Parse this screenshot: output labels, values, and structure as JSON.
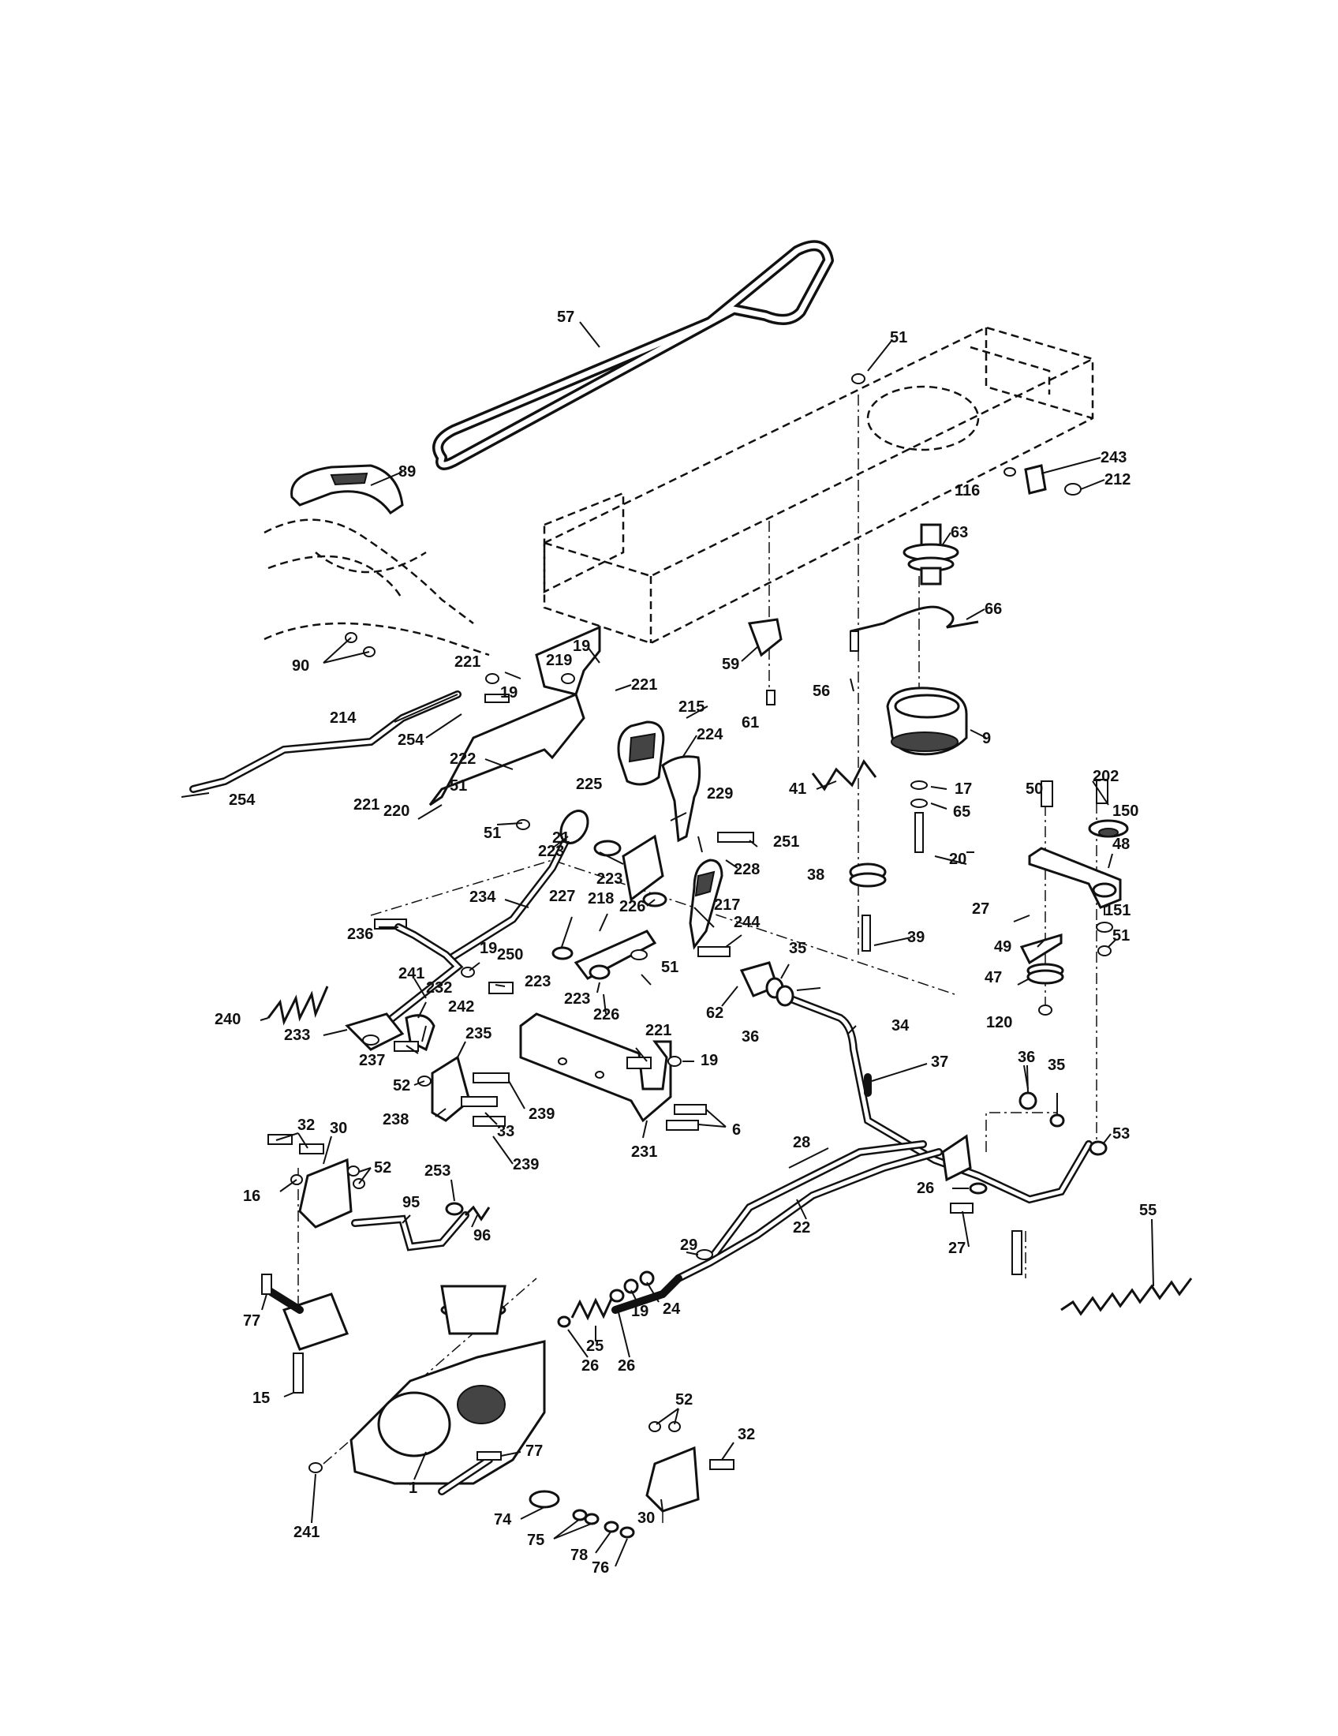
{
  "colors": {
    "ink": "#111111",
    "paper": "#ffffff",
    "fill_dark": "#444444"
  },
  "callouts": [
    {
      "id": "c57",
      "label": "57"
    },
    {
      "id": "c51a",
      "label": "51"
    },
    {
      "id": "c89",
      "label": "89"
    },
    {
      "id": "c243",
      "label": "243"
    },
    {
      "id": "c116",
      "label": "116"
    },
    {
      "id": "c212",
      "label": "212"
    },
    {
      "id": "c63",
      "label": "63"
    },
    {
      "id": "c66",
      "label": "66"
    },
    {
      "id": "c90",
      "label": "90"
    },
    {
      "id": "c59",
      "label": "59"
    },
    {
      "id": "c221a",
      "label": "221"
    },
    {
      "id": "c219",
      "label": "219"
    },
    {
      "id": "c19a",
      "label": "19"
    },
    {
      "id": "c221b",
      "label": "221"
    },
    {
      "id": "c19b",
      "label": "19"
    },
    {
      "id": "c56",
      "label": "56"
    },
    {
      "id": "c61",
      "label": "61"
    },
    {
      "id": "c214",
      "label": "214"
    },
    {
      "id": "c215",
      "label": "215"
    },
    {
      "id": "c9",
      "label": "9"
    },
    {
      "id": "c254a",
      "label": "254"
    },
    {
      "id": "c222",
      "label": "222"
    },
    {
      "id": "c224",
      "label": "224"
    },
    {
      "id": "c51b",
      "label": "51"
    },
    {
      "id": "c221c",
      "label": "221"
    },
    {
      "id": "c254b",
      "label": "254"
    },
    {
      "id": "c41",
      "label": "41"
    },
    {
      "id": "c17",
      "label": "17"
    },
    {
      "id": "c50",
      "label": "50"
    },
    {
      "id": "c202",
      "label": "202"
    },
    {
      "id": "c225",
      "label": "225"
    },
    {
      "id": "c229",
      "label": "229"
    },
    {
      "id": "c220",
      "label": "220"
    },
    {
      "id": "c65",
      "label": "65"
    },
    {
      "id": "c150",
      "label": "150"
    },
    {
      "id": "c223a",
      "label": "223"
    },
    {
      "id": "c51c",
      "label": "51"
    },
    {
      "id": "c251",
      "label": "251"
    },
    {
      "id": "c20",
      "label": "20"
    },
    {
      "id": "c21",
      "label": "21"
    },
    {
      "id": "c223b",
      "label": "223"
    },
    {
      "id": "c228",
      "label": "228"
    },
    {
      "id": "c48",
      "label": "48"
    },
    {
      "id": "c38",
      "label": "38"
    },
    {
      "id": "c226a",
      "label": "226"
    },
    {
      "id": "c234",
      "label": "234"
    },
    {
      "id": "c227",
      "label": "227"
    },
    {
      "id": "c218",
      "label": "218"
    },
    {
      "id": "c217",
      "label": "217"
    },
    {
      "id": "c27a",
      "label": "27"
    },
    {
      "id": "c244",
      "label": "244"
    },
    {
      "id": "c151",
      "label": "151"
    },
    {
      "id": "c236",
      "label": "236"
    },
    {
      "id": "c39",
      "label": "39"
    },
    {
      "id": "c49",
      "label": "49"
    },
    {
      "id": "c51d",
      "label": "51"
    },
    {
      "id": "c19c",
      "label": "19"
    },
    {
      "id": "c250",
      "label": "250"
    },
    {
      "id": "c35a",
      "label": "35"
    },
    {
      "id": "c51e",
      "label": "51"
    },
    {
      "id": "c241a",
      "label": "241"
    },
    {
      "id": "c232",
      "label": "232"
    },
    {
      "id": "c223c",
      "label": "223"
    },
    {
      "id": "c47",
      "label": "47"
    },
    {
      "id": "c62",
      "label": "62"
    },
    {
      "id": "c223d",
      "label": "223"
    },
    {
      "id": "c226b",
      "label": "226"
    },
    {
      "id": "c240",
      "label": "240"
    },
    {
      "id": "c242",
      "label": "242"
    },
    {
      "id": "c120",
      "label": "120"
    },
    {
      "id": "c34",
      "label": "34"
    },
    {
      "id": "c233",
      "label": "233"
    },
    {
      "id": "c235",
      "label": "235"
    },
    {
      "id": "c221d",
      "label": "221"
    },
    {
      "id": "c36a",
      "label": "36"
    },
    {
      "id": "c237",
      "label": "237"
    },
    {
      "id": "c19d",
      "label": "19"
    },
    {
      "id": "c37",
      "label": "37"
    },
    {
      "id": "c36b",
      "label": "36"
    },
    {
      "id": "c35b",
      "label": "35"
    },
    {
      "id": "c52a",
      "label": "52"
    },
    {
      "id": "c32a",
      "label": "32"
    },
    {
      "id": "c239a",
      "label": "239"
    },
    {
      "id": "c238",
      "label": "238"
    },
    {
      "id": "c33",
      "label": "33"
    },
    {
      "id": "c30a",
      "label": "30"
    },
    {
      "id": "c6",
      "label": "6"
    },
    {
      "id": "c53",
      "label": "53"
    },
    {
      "id": "c231",
      "label": "231"
    },
    {
      "id": "c52b",
      "label": "52"
    },
    {
      "id": "c239b",
      "label": "239"
    },
    {
      "id": "c28",
      "label": "28"
    },
    {
      "id": "c253",
      "label": "253"
    },
    {
      "id": "c16",
      "label": "16"
    },
    {
      "id": "c26a",
      "label": "26"
    },
    {
      "id": "c95",
      "label": "95"
    },
    {
      "id": "c55",
      "label": "55"
    },
    {
      "id": "c22",
      "label": "22"
    },
    {
      "id": "c96",
      "label": "96"
    },
    {
      "id": "c29",
      "label": "29"
    },
    {
      "id": "c27b",
      "label": "27"
    },
    {
      "id": "c24",
      "label": "24"
    },
    {
      "id": "c19e",
      "label": "19"
    },
    {
      "id": "c77a",
      "label": "77"
    },
    {
      "id": "c25",
      "label": "25"
    },
    {
      "id": "c26b",
      "label": "26"
    },
    {
      "id": "c26c",
      "label": "26"
    },
    {
      "id": "c15",
      "label": "15"
    },
    {
      "id": "c52c",
      "label": "52"
    },
    {
      "id": "c32b",
      "label": "32"
    },
    {
      "id": "c77b",
      "label": "77"
    },
    {
      "id": "c1",
      "label": "1"
    },
    {
      "id": "c30b",
      "label": "30"
    },
    {
      "id": "c241b",
      "label": "241"
    },
    {
      "id": "c74",
      "label": "74"
    },
    {
      "id": "c75",
      "label": "75"
    },
    {
      "id": "c78",
      "label": "78"
    },
    {
      "id": "c76",
      "label": "76"
    }
  ]
}
